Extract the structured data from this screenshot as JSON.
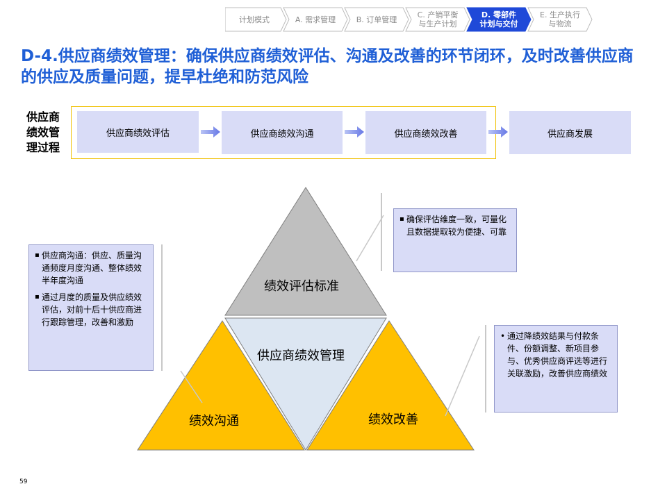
{
  "nav": {
    "items": [
      {
        "label": "计划模式"
      },
      {
        "label": "A. 需求管理"
      },
      {
        "label": "B. 订单管理"
      },
      {
        "label": "C. 产销平衡\n与生产计划"
      },
      {
        "label": "D. 零部件\n计划与交付"
      },
      {
        "label": "E. 生产执行\n与物流"
      }
    ],
    "active_index": 4,
    "active_color": "#1f49d8"
  },
  "title": "D-4.供应商绩效管理：确保供应商绩效评估、沟通及改善的环节闭环，及时改善供应商的供应及质量问题，提早杜绝和防范风险",
  "process": {
    "label": "供应商绩效管理过程",
    "steps": [
      "供应商绩效评估",
      "供应商绩效沟通",
      "供应商绩效改善",
      "供应商发展"
    ]
  },
  "triangle": {
    "top": "绩效评估标准",
    "center": "供应商绩效管理",
    "left": "绩效沟通",
    "right": "绩效改善"
  },
  "callouts": {
    "top_right": [
      "确保评估维度一致，可量化且数据提取较为便捷、可靠"
    ],
    "left": [
      "供应商沟通：供应、质量沟通频度月度沟通、整体绩效半年度沟通",
      "通过月度的质量及供应绩效评估，对前十后十供应商进行跟踪管理，改善和激励"
    ],
    "right": [
      "通过降绩效结果与付款条件、份额调整、新项目参与、优秀供应商评选等进行关联激励，改善供应商绩效"
    ]
  },
  "colors": {
    "title": "#1f5fd6",
    "gray_triangle": "#bfbfbf",
    "gold_triangle": "#ffc000",
    "center_triangle": "#d9e2f0",
    "step_fill": "#d9dcf7"
  },
  "page_number": "59"
}
